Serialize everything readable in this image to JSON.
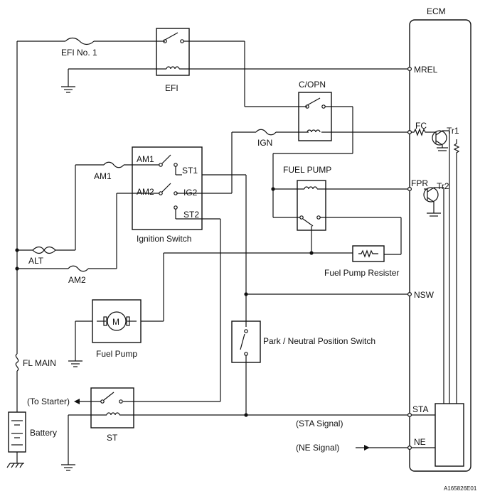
{
  "labels": {
    "ecm": "ECM",
    "efi_no1": "EFI No. 1",
    "efi": "EFI",
    "mrel": "MREL",
    "copn": "C/OPN",
    "fc": "FC",
    "tr1": "Tr1",
    "ign": "IGN",
    "am1_fuse": "AM1",
    "am1_sw": "AM1",
    "st1": "ST1",
    "am2_sw": "AM2",
    "ig2": "IG2",
    "st2": "ST2",
    "ignition_switch": "Ignition Switch",
    "fuel_pump_relay": "FUEL PUMP",
    "fpr": "FPR",
    "tr2": "Tr2",
    "alt": "ALT",
    "am2_fuse": "AM2",
    "fuel_pump_resister": "Fuel Pump Resister",
    "nsw": "NSW",
    "fuel_pump": "Fuel Pump",
    "motor_symbol": "M",
    "park_neutral": "Park / Neutral Position Switch",
    "fl_main": "FL MAIN",
    "to_starter": "(To Starter)",
    "sta": "STA",
    "sta_signal": "(STA Signal)",
    "battery": "Battery",
    "st_relay": "ST",
    "ne_signal": "(NE Signal)",
    "ne": "NE",
    "figure_code": "A165826E01"
  }
}
